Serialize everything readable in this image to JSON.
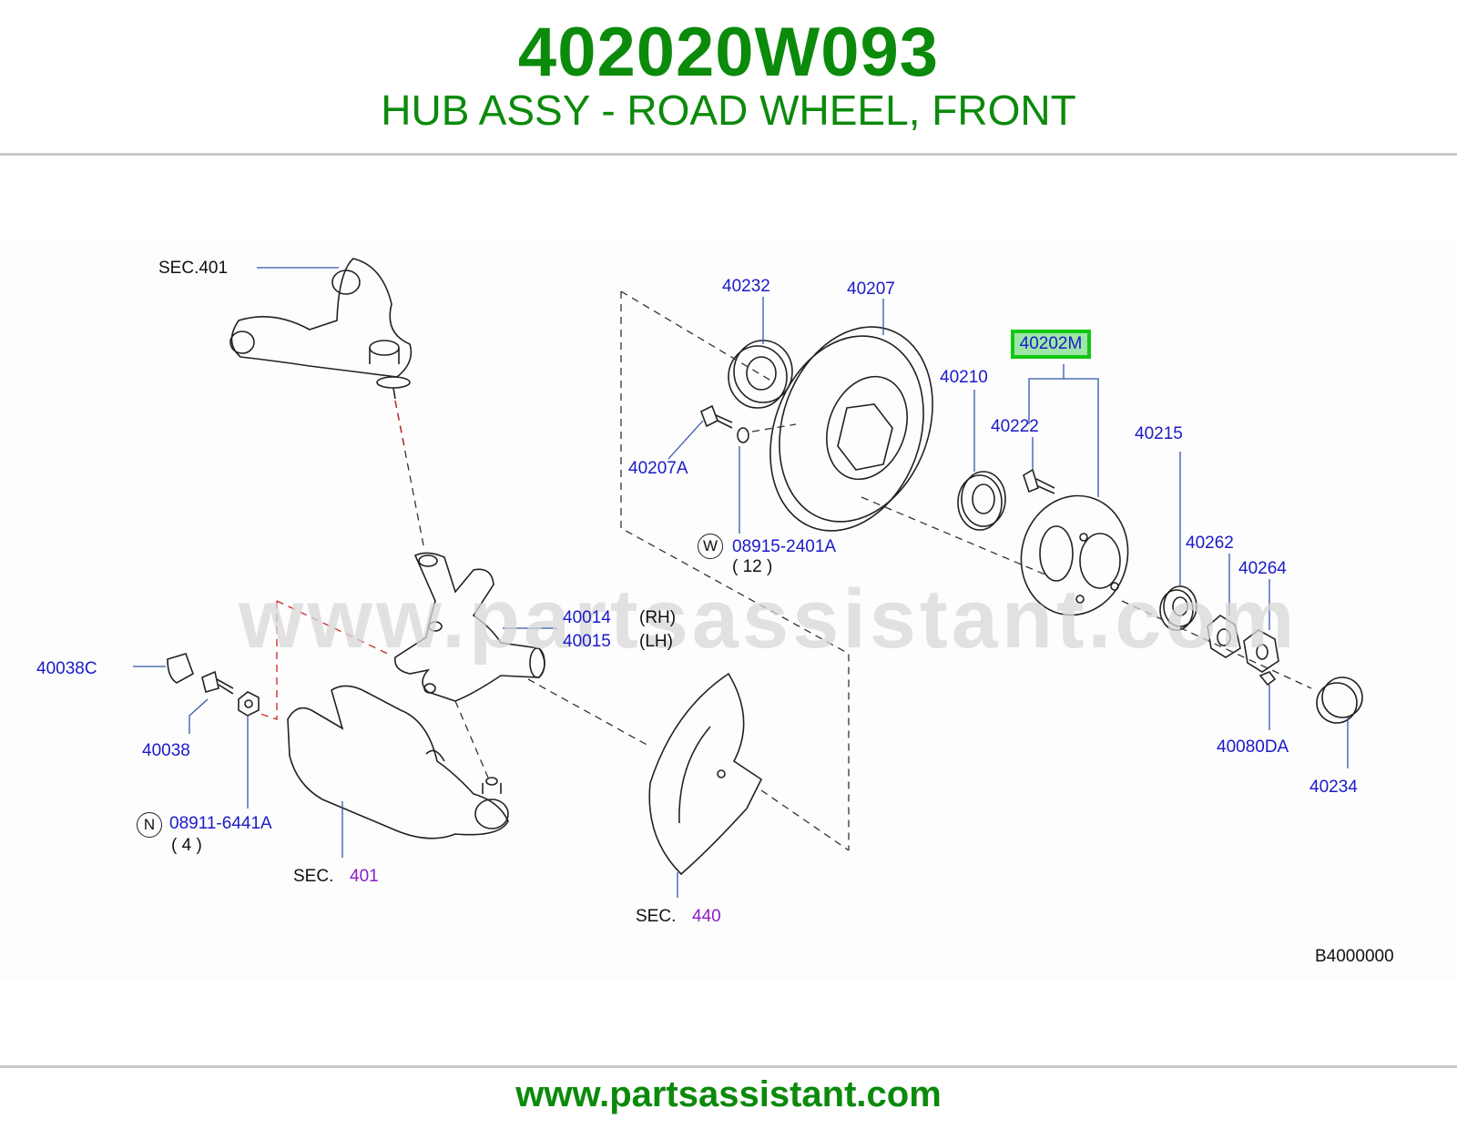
{
  "header": {
    "part_number": "402020W093",
    "description": "HUB ASSY - ROAD WHEEL, FRONT"
  },
  "diagram": {
    "watermark": "www.partsassistant.com",
    "code": "B4000000",
    "highlighted": "40202M",
    "labels": {
      "sec401_top": "SEC.401",
      "p40232": "40232",
      "p40207": "40207",
      "p40210": "40210",
      "p40222": "40222",
      "p40215": "40215",
      "p40207A": "40207A",
      "p08915": "08915-2401A",
      "qty12": "( 12 )",
      "p40014": "40014",
      "rh": "(RH)",
      "p40015": "40015",
      "lh": "(LH)",
      "p40262": "40262",
      "p40264": "40264",
      "p40038C": "40038C",
      "p40038": "40038",
      "p08911": "08911-6441A",
      "qty4": "( 4 )",
      "sec_a": "SEC.",
      "sec_a_num": "401",
      "sec_b": "SEC.",
      "sec_b_num": "440",
      "p40080DA": "40080DA",
      "p40234": "40234"
    },
    "symbols": {
      "washer": "W",
      "nut": "N"
    }
  },
  "footer": {
    "url": "www.partsassistant.com"
  },
  "colors": {
    "brand_green": "#0b8a0b",
    "label_blue": "#1a1ac8",
    "sec_purple": "#8a1ec8",
    "highlight_border": "#11c811",
    "highlight_fill": "#9ee6a8"
  }
}
